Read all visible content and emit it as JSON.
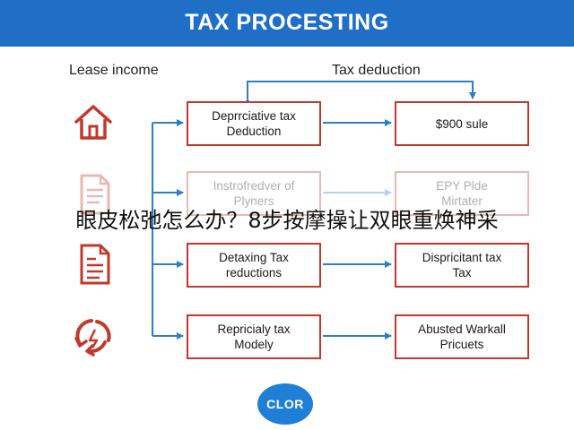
{
  "title": "TAX PROCESTING",
  "headings": {
    "lease_income": "Lease income",
    "tax_deduction": "Tax deduction"
  },
  "left_boxes": [
    {
      "label": "Deprrciative tax\nDeduction"
    },
    {
      "label": "Instrofredver of\nPlyners"
    },
    {
      "label": "Detaxing Tax\nreductions"
    },
    {
      "label": "Repricialy tax\nModely"
    }
  ],
  "right_boxes": [
    {
      "label": "$900 sule"
    },
    {
      "label": "EPY Plde\nMirtater"
    },
    {
      "label": "Dispricitant tax\nTax"
    },
    {
      "label": "Abusted Warkall\nPricuets"
    }
  ],
  "icons": [
    "house-icon",
    "document-icon",
    "document-icon",
    "recycle-icon"
  ],
  "watermark": "眼皮松弛怎么办？8步按摩操让双眼重焕神采",
  "button": {
    "label": "CLOR"
  },
  "colors": {
    "banner": "#1f6fc6",
    "box_border": "#c0392b",
    "connector": "#2b7fc2",
    "button": "#1f7fd6",
    "icon": "#c0392b"
  }
}
